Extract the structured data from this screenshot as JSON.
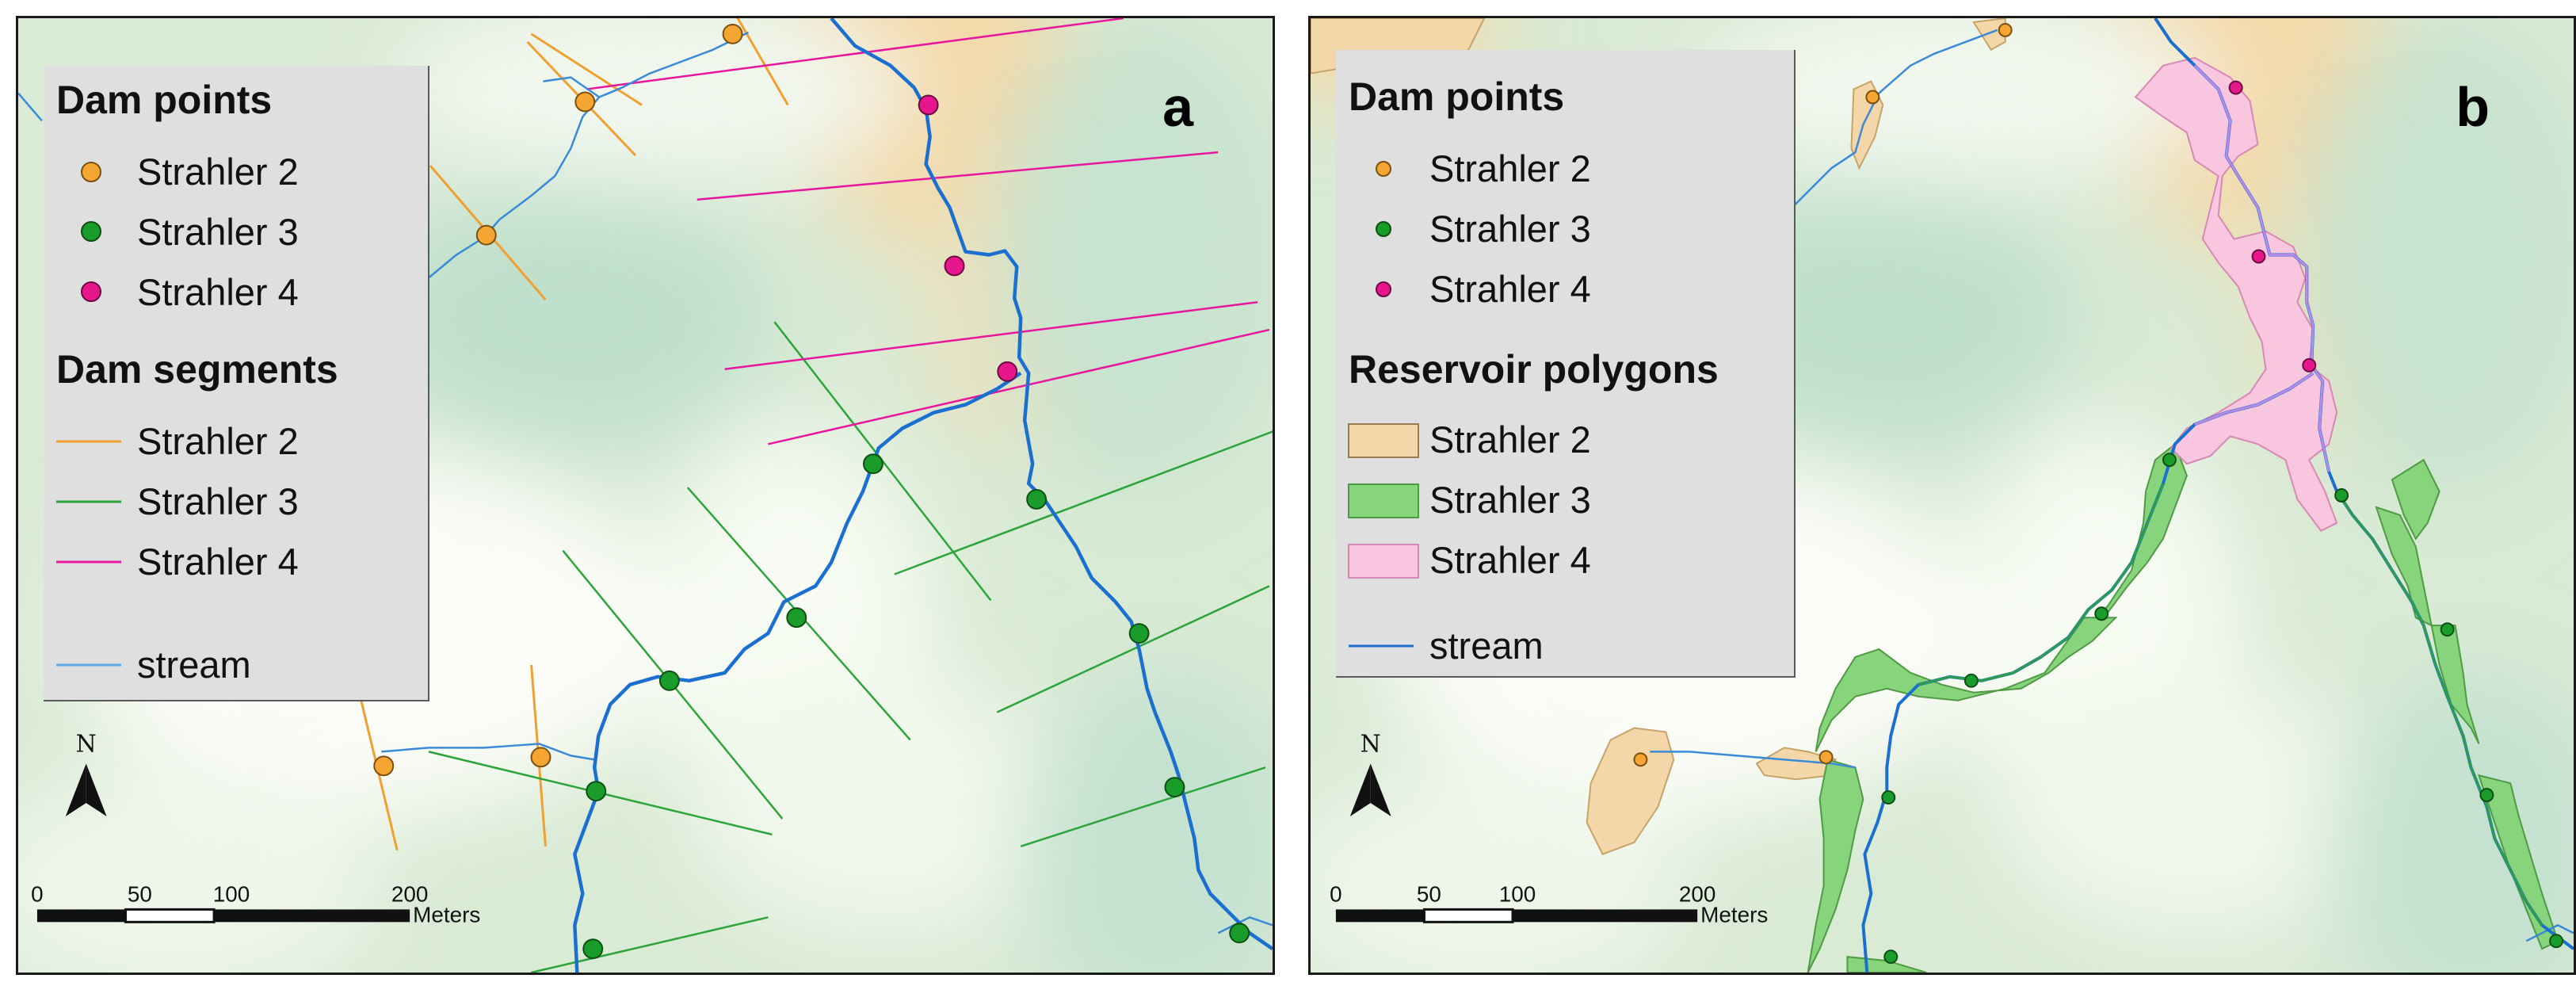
{
  "colors": {
    "strahler2": "#f5a531",
    "strahler3": "#1a9c2a",
    "strahler4": "#e8168d",
    "segment2": "#f0a030",
    "segment3": "#2ca43a",
    "segment4": "#e8159e",
    "stream_thin": "#3a8ad8",
    "stream_thick": "#1a6fd0",
    "res2": "#f3d7a8",
    "res3": "#88d47c",
    "res4": "#f8c6df",
    "frame": "#1a1a1a",
    "legend_bg": "#dfdfdf"
  },
  "panel_a": {
    "letter": "a",
    "legend": {
      "dam_points_title": "Dam points",
      "dam_points": [
        "Strahler 2",
        "Strahler 3",
        "Strahler 4"
      ],
      "dam_segments_title": "Dam segments",
      "dam_segments": [
        "Strahler 2",
        "Strahler 3",
        "Strahler 4"
      ],
      "stream_label": "stream"
    },
    "north_label": "N",
    "scale": {
      "ticks": [
        "0",
        "50",
        "100",
        "200"
      ],
      "unit": "Meters"
    }
  },
  "panel_b": {
    "letter": "b",
    "legend": {
      "dam_points_title": "Dam points",
      "dam_points": [
        "Strahler 2",
        "Strahler 3",
        "Strahler 4"
      ],
      "reservoir_title": "Reservoir polygons",
      "reservoirs": [
        "Strahler 2",
        "Strahler 3",
        "Strahler 4"
      ],
      "stream_label": "stream"
    },
    "north_label": "N",
    "scale": {
      "ticks": [
        "0",
        "50",
        "100",
        "200"
      ],
      "unit": "Meters"
    }
  }
}
